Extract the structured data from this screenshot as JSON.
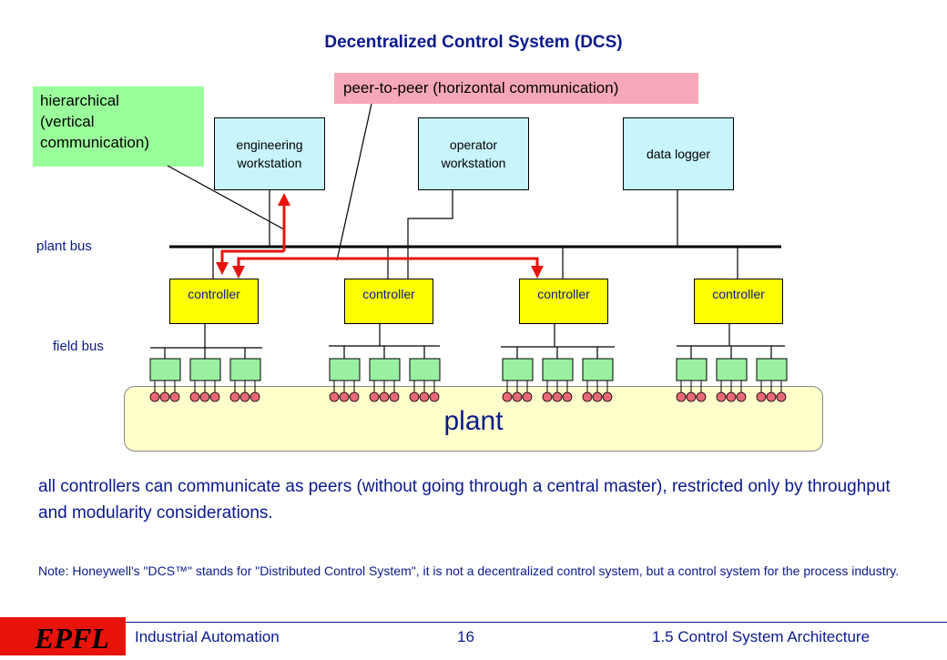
{
  "title": "Decentralized Control System (DCS)",
  "callouts": {
    "hierarchical": [
      "hierarchical",
      "(vertical",
      "communication)"
    ],
    "peer": "peer-to-peer (horizontal communication)"
  },
  "stations": {
    "engineering": [
      "engineering",
      "workstation"
    ],
    "operator": [
      "operator",
      "workstation"
    ],
    "logger": "data logger"
  },
  "labels": {
    "plant_bus": "plant bus",
    "field_bus": "field bus",
    "plant": "plant"
  },
  "controllers": [
    "controller",
    "controller",
    "controller",
    "controller"
  ],
  "main_text": "all controllers can communicate as peers  (without going through a central master), restricted only by throughput and modularity considerations.",
  "note": "Note: Honeywell's \"DCS™\" stands for \"Distributed Control System\", it is not a decentralized control system, but a control system for the process industry.",
  "footer": {
    "logo_text": "EPFL",
    "left": "Industrial Automation",
    "page": "16",
    "right": "1.5 Control System Architecture"
  },
  "colors": {
    "text_blue": "#0a1a8c",
    "arrow_red": "#e8140c",
    "controller_yellow": "#ffff00",
    "station_cyan": "#c8f4fc",
    "callout_green": "#9aff9a",
    "callout_pink": "#f7a8b8",
    "io_green": "#9af0a0",
    "sensor_pink": "#e86878",
    "plant_fill": "#ffffcc"
  }
}
